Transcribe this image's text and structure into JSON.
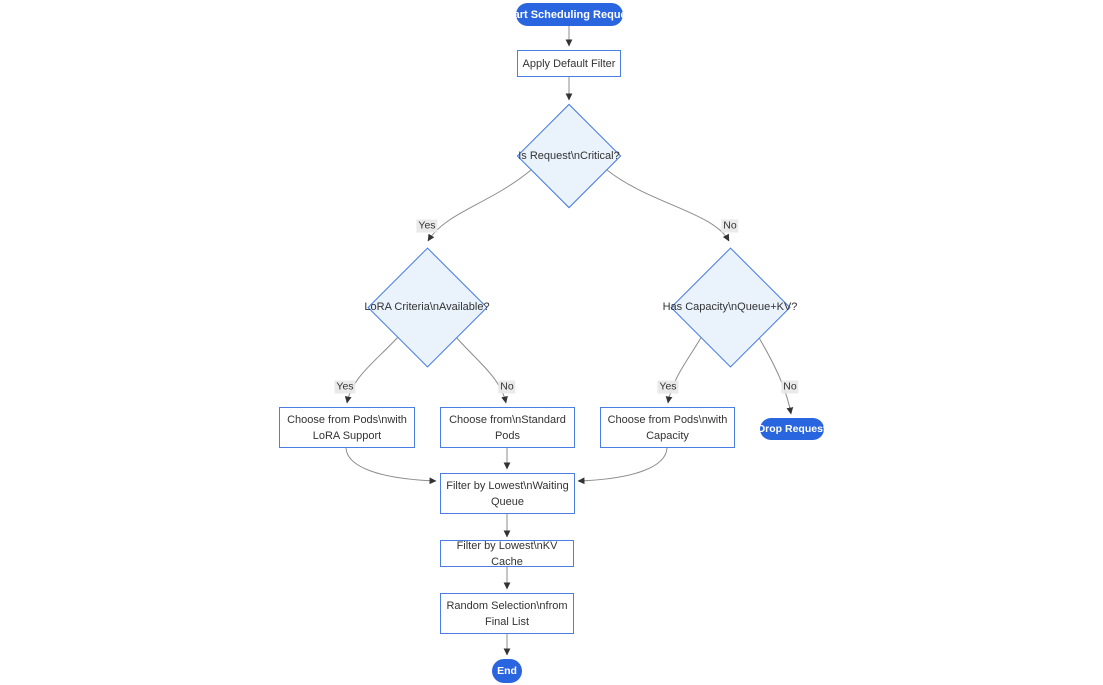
{
  "diagram": {
    "type": "flowchart",
    "colors": {
      "pill_fill": "#2a65e0",
      "pill_text": "#ffffff",
      "rect_fill": "#ffffff",
      "rect_border": "#4a7ee3",
      "diamond_fill": "#eaf2fc",
      "diamond_border": "#417ae0",
      "edge_stroke": "#8c8c8c",
      "arrowhead": "#333333",
      "edge_label_bg": "#e8e8e8",
      "text": "#333333"
    },
    "nodes": {
      "start": {
        "label": "Start Scheduling Request"
      },
      "apply_filter": {
        "lines": [
          "Apply Default Filter"
        ]
      },
      "is_critical": {
        "label": "Is Request\\nCritical?"
      },
      "lora_available": {
        "label": "LoRA Criteria\\nAvailable?"
      },
      "has_capacity": {
        "label": "Has Capacity\\nQueue+KV?"
      },
      "choose_lora": {
        "lines": [
          "Choose from Pods\\nwith",
          "LoRA Support"
        ]
      },
      "choose_standard": {
        "lines": [
          "Choose from\\nStandard",
          "Pods"
        ]
      },
      "choose_capacity": {
        "lines": [
          "Choose from Pods\\nwith",
          "Capacity"
        ]
      },
      "drop_request": {
        "label": "Drop Request"
      },
      "filter_queue": {
        "lines": [
          "Filter by Lowest\\nWaiting",
          "Queue"
        ]
      },
      "filter_kv": {
        "lines": [
          "Filter by Lowest\\nKV Cache"
        ]
      },
      "random_selection": {
        "lines": [
          "Random Selection\\nfrom",
          "Final List"
        ]
      },
      "end": {
        "label": "End"
      }
    },
    "edge_labels": {
      "critical_yes": "Yes",
      "critical_no": "No",
      "lora_yes": "Yes",
      "lora_no": "No",
      "capacity_yes": "Yes",
      "capacity_no": "No"
    }
  }
}
